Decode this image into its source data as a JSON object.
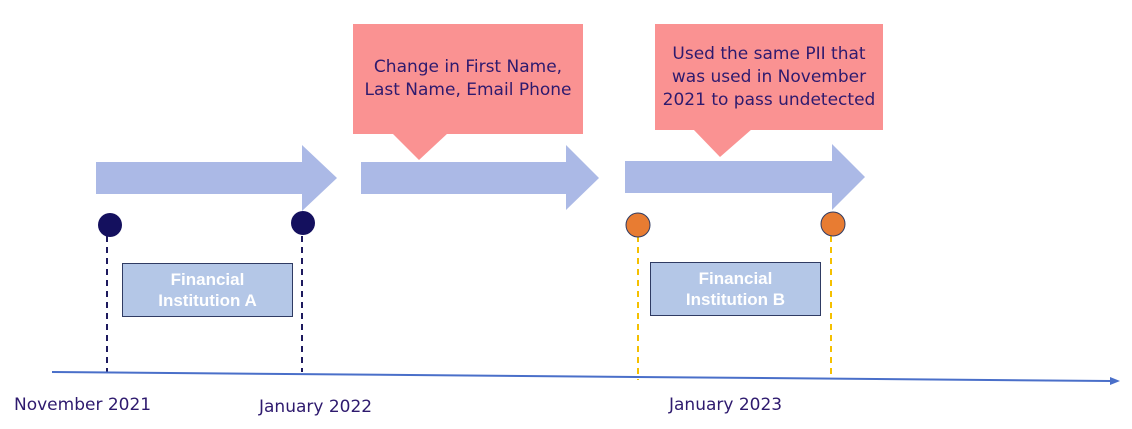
{
  "colors": {
    "arrow_fill": "#abb9e6",
    "callout_fill": "#fa9292",
    "callout_text": "#2e1a6e",
    "dot_navy": "#14105e",
    "dot_orange": "#e87c32",
    "dash_navy": "#1e1a5e",
    "dash_yellow": "#f5c000",
    "axis_line": "#4a6fc9",
    "inst_box_fill": "#b4c7e7",
    "inst_box_border": "#2f3b63"
  },
  "callouts": [
    {
      "text": "Change in First Name, Last Name, Email Phone"
    },
    {
      "text": "Used the same PII that was used in November 2021 to pass undetected"
    }
  ],
  "institutions": [
    {
      "line1": "Financial",
      "line2": "Institution A"
    },
    {
      "line1": "Financial",
      "line2": "Institution B"
    }
  ],
  "timeline": {
    "labels": [
      {
        "text": "November 2021"
      },
      {
        "text": "January 2022"
      },
      {
        "text": "January 2023"
      }
    ]
  }
}
